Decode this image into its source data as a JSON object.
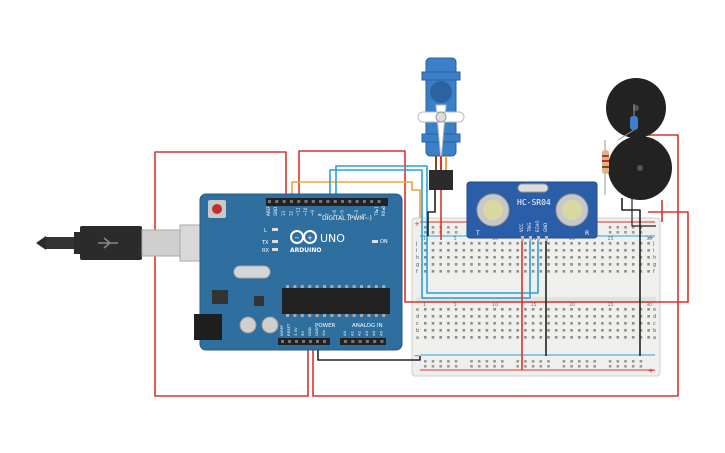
{
  "arduino": {
    "brand": "ARDUINO",
    "model": "UNO",
    "digital_label": "DIGITAL (PWM~)",
    "analog_label": "ANALOG IN",
    "power_label": "POWER",
    "on_label": "ON",
    "l_label": "L",
    "tx_label": "TX",
    "rx_label": "RX",
    "aref_label": "AREF",
    "gnd_label": "GND",
    "tx_pin_label": "TX▸1",
    "rx_pin_label": "RX◂0",
    "digital_pins": [
      "13",
      "12",
      "~11",
      "~10",
      "~9",
      "8",
      "7",
      "~6",
      "~5",
      "4",
      "~3",
      "2"
    ],
    "power_pins": [
      "IOREF",
      "RESET",
      "3.3V",
      "5V",
      "GND",
      "GND",
      "Vin"
    ],
    "analog_pins": [
      "A0",
      "A1",
      "A2",
      "A3",
      "A4",
      "A5"
    ]
  },
  "sensor": {
    "model": "HC-SR04",
    "pins": [
      "VCC",
      "TRIG",
      "ECHO",
      "GND"
    ],
    "left_mark": "T",
    "right_mark": "R"
  },
  "breadboard": {
    "row_letters_top": [
      "j",
      "i",
      "h",
      "g",
      "f"
    ],
    "row_letters_bottom": [
      "e",
      "d",
      "c",
      "b",
      "a"
    ],
    "col_numbers": [
      "1",
      "5",
      "10",
      "15",
      "20",
      "25",
      "30"
    ],
    "rail_plus": "+",
    "rail_minus": "−"
  },
  "colors": {
    "wire_red": "#e0312b",
    "wire_black": "#222222",
    "wire_blue": "#2aa0d8",
    "wire_orange": "#f0a23a",
    "board": "#2f6fa0",
    "sensor": "#2b5ea8",
    "servo": "#3a7fc8",
    "breadboard": "#f0f0ee"
  },
  "icons": [
    "usb-cable-icon",
    "servo-motor-icon",
    "buzzer-icon",
    "resistor-icon"
  ]
}
